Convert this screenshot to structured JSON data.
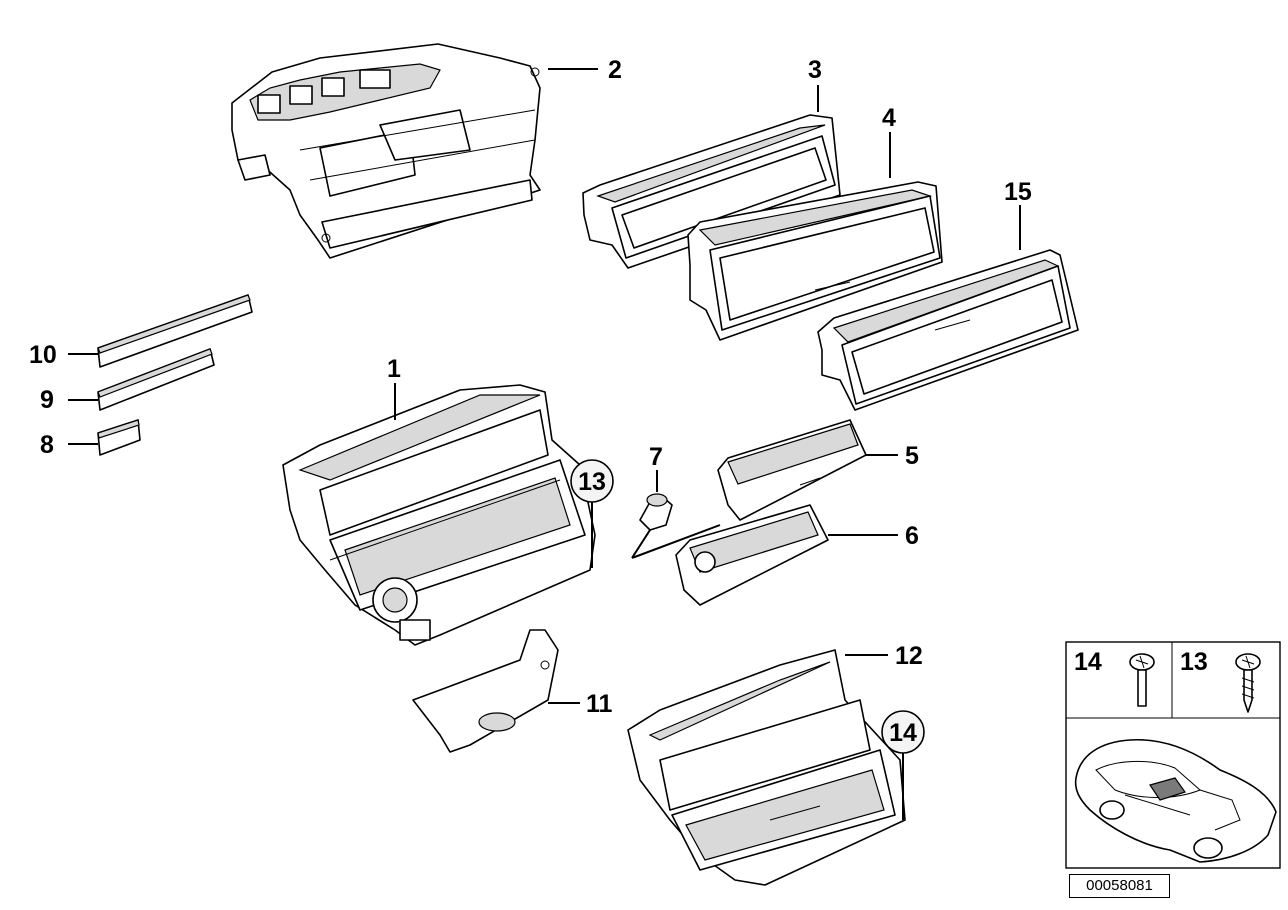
{
  "labels": {
    "p1": "1",
    "p2": "2",
    "p3": "3",
    "p4": "4",
    "p5": "5",
    "p6": "6",
    "p7": "7",
    "p8": "8",
    "p9": "9",
    "p10": "10",
    "p11": "11",
    "p12": "12",
    "p13": "13",
    "p14": "14",
    "p15": "15"
  },
  "legend": {
    "left_num": "14",
    "right_num": "13"
  },
  "doc_number": "00058081"
}
